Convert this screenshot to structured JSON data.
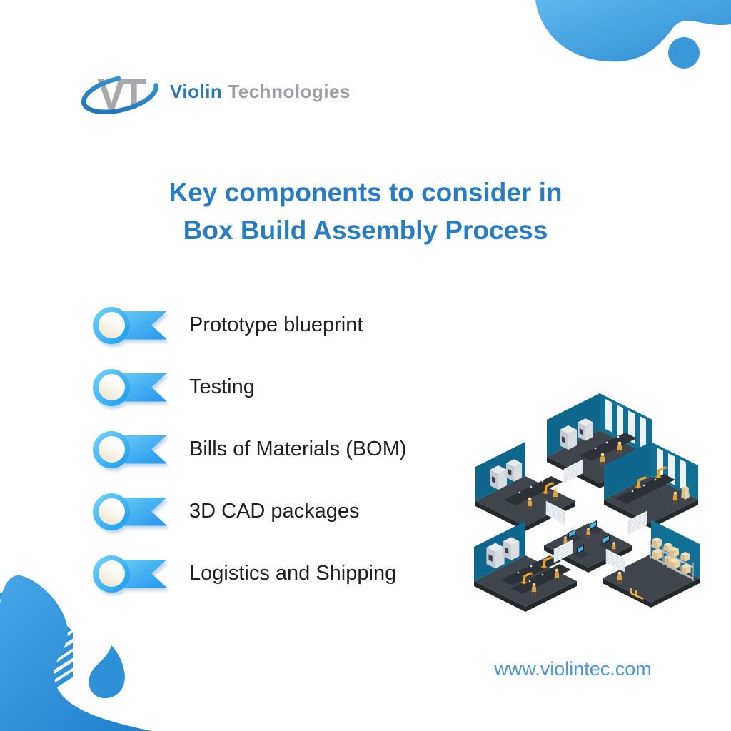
{
  "brand": {
    "monogram": "VT",
    "name_primary": "Violin",
    "name_secondary": "Technologies"
  },
  "title": {
    "line1": "Key components to consider in",
    "line2": "Box Build Assembly Process"
  },
  "list": {
    "items": [
      "Prototype blueprint",
      "Testing",
      "Bills of Materials (BOM)",
      "3D CAD packages",
      "Logistics and Shipping"
    ],
    "bullet_icon": "ribbon-bookmark-icon"
  },
  "footer": {
    "website": "www.violintec.com"
  },
  "illustration": {
    "description": "Isometric electronics factory: assembly lines with robotic arms and workers, control room with monitors, and box warehouse, connected by stairs"
  },
  "colors": {
    "title_blue": "#2a7cc2",
    "body_text": "#1d1f23",
    "url_blue": "#4e97d4",
    "accent_blue": "#2f93dc",
    "logo_gray": "#a7a9ac",
    "logo_blue": "#2e78b8",
    "wall_teal": "#0f678d",
    "floor_dark": "#3f454d",
    "worker_yellow": "#f0ad2d"
  }
}
